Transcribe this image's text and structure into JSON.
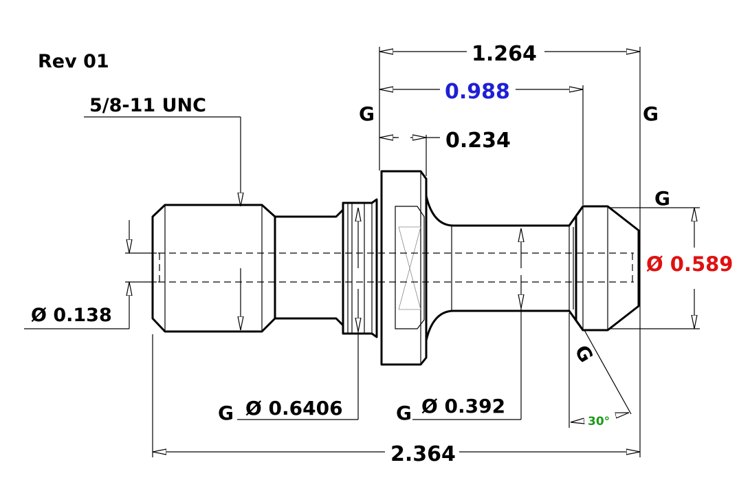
{
  "revision": "Rev 01",
  "thread_callout": "5/8-11 UNC",
  "dimensions": {
    "overall_length": "2.364",
    "length_1264": "1.264",
    "length_0988": "0.988",
    "length_0234": "0.234",
    "bore_diameter": "Ø 0.138",
    "groove_diameter": "Ø 0.6406",
    "neck_diameter": "Ø 0.392",
    "head_diameter": "Ø 0.589",
    "angle": "30°"
  },
  "gauge_marks": {
    "g_top_left": "G",
    "g_top_right": "G",
    "g_head": "G",
    "g_chamfer": "G",
    "g_groove": "G",
    "g_neck": "G"
  },
  "colors": {
    "line": "#000000",
    "dim_0988": "#1f1fd6",
    "dim_head": "#e01010",
    "dim_angle": "#1a9a1a"
  }
}
